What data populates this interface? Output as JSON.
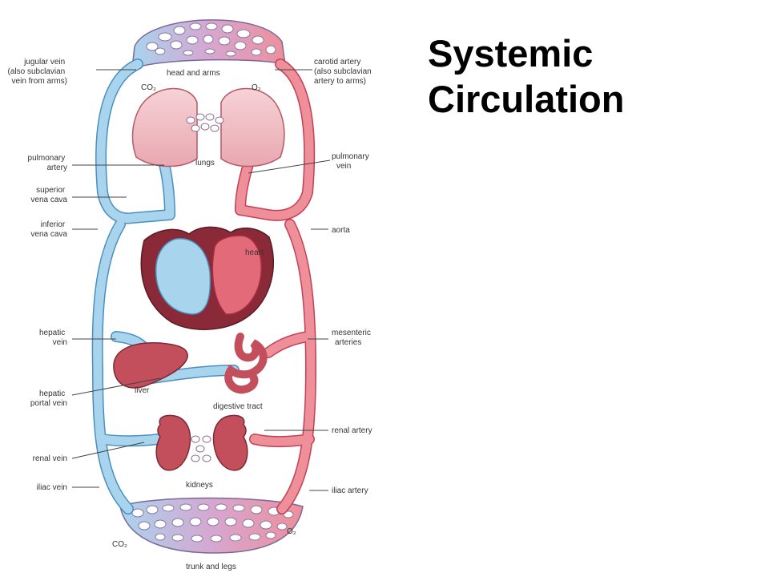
{
  "title": {
    "line1": "Systemic",
    "line2": "Circulation"
  },
  "labels": {
    "jugular_vein": [
      "jugular vein",
      "(also subclavian",
      "vein from arms)"
    ],
    "carotid_artery": [
      "carotid artery",
      "(also subclavian",
      "artery to arms)"
    ],
    "head_and_arms": "head and arms",
    "co2_top": "CO₂",
    "o2_top": "O₂",
    "pulmonary_artery": [
      "pulmonary",
      "artery"
    ],
    "pulmonary_vein": [
      "pulmonary",
      "vein"
    ],
    "lungs": "lungs",
    "superior_vena_cava": [
      "superior",
      "vena cava"
    ],
    "inferior_vena_cava": [
      "inferior",
      "vena cava"
    ],
    "aorta": "aorta",
    "heart": "heart",
    "hepatic_vein": [
      "hepatic",
      "vein"
    ],
    "mesenteric_arteries": [
      "mesenteric",
      "arteries"
    ],
    "liver": "liver",
    "hepatic_portal_vein": [
      "hepatic",
      "portal vein"
    ],
    "digestive_tract": "digestive tract",
    "renal_artery": "renal artery",
    "renal_vein": "renal vein",
    "kidneys": "kidneys",
    "iliac_vein": "iliac vein",
    "iliac_artery": "iliac artery",
    "co2_bottom": "CO₂",
    "o2_bottom": "O₂",
    "trunk_and_legs": "trunk and legs"
  },
  "colors": {
    "vein_blue": "#a9d4ee",
    "vein_outline": "#4a8fc0",
    "artery_red": "#ee8f9a",
    "artery_outline": "#c24055",
    "organ_red": "#c44f5c",
    "title_text": "#000000"
  }
}
